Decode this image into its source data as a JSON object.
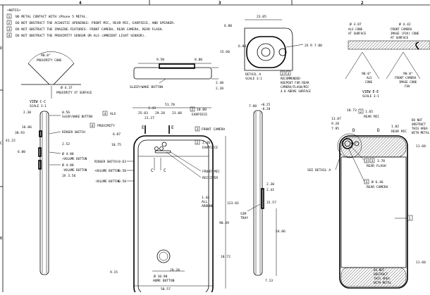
{
  "zones": [
    "4",
    "3",
    "2"
  ],
  "side_zones": [
    "D",
    "C",
    "B"
  ],
  "notes": {
    "title": "•NOTES•",
    "items": [
      {
        "num": "1",
        "text": "NO METAL CONTACT WITH iPhone 5 METAL."
      },
      {
        "num": "2",
        "text": "DO NOT OBSTRUCT THE ACOUSTIC OPENINGS: FRONT MIC, REAR MIC, EARPIECE, AND SPEAKER."
      },
      {
        "num": "3",
        "text": "DO NOT OBSTRUCT THE IMAGING FEATURES: FRONT CAMERA, REAR CAMERA, REAR FLASH."
      },
      {
        "num": "4",
        "text": "DO NOT OBSTRUCT THE PROXIMITY SENSOR OR ALS (AMBIENT LIGHT SENSOR)."
      }
    ]
  },
  "view_cc": {
    "angle": "90.0°",
    "cone": "PROXIMITY CONE",
    "dia": "Ø 4.37",
    "surface": "PROXIMITY AT SURFACE",
    "title": "VIEW C-C",
    "scale": "SCALE 3:1"
  },
  "sleep": {
    "d1": "9.50",
    "d2": "8.80",
    "d3": "2.48",
    "d4": "2.20",
    "label": "SLEEP/WAKE BUTTON"
  },
  "detail_a": {
    "w": "23.05",
    "d1": "6.80",
    "d2": "6.80",
    "d3": "15.60",
    "radius": "2X R 7.80",
    "title": "DETAIL A",
    "scale": "SCALE 3:1",
    "keepout": [
      "RECOMMENDED",
      "KEEPOUT FOR REAR",
      "CAMERA/FLASH/MIC",
      "4.0 ABOVE SURFACE"
    ],
    "boxes": [
      "2",
      "3"
    ]
  },
  "view_ee": {
    "dia1": "Ø 3.87",
    "als_cone": "ALS CONE",
    "als_surface": "AT SURFACE",
    "dia2": "Ø 4.42",
    "front_cam": [
      "FRONT CAMERA",
      "IMAGE (FOV) CONE",
      "AT SURFACE"
    ],
    "angle1": "90.0°",
    "als": "ALS",
    "cone": "CONE",
    "angle2": "90.0°",
    "cam_cone": [
      "FRONT CAMERA",
      "IMAGE CONE",
      "FOV"
    ],
    "title": "VIEW E-E",
    "scale": "SCALE 3:1"
  },
  "side_view": {
    "d_top": "2.30",
    "d_top2": "0.56",
    "sleep": "SLEEP/WAKE BUTTON",
    "d1": "16.86",
    "d2": "30.93",
    "d3": "41.22",
    "d4": "6.00",
    "ringer": "RINGER SWITCH",
    "d5": "2.52",
    "vol_up_dia": "Ø 4.80",
    "vol_up": "+VOLUME BUTTON",
    "vol_dn_dia": "Ø 4.80",
    "vol_dn": "-VOLUME BUTTON",
    "d6": "2X 3.56"
  },
  "front_view": {
    "w1": "51.70",
    "w2": "3.43",
    "w3": "25.03",
    "w4": "29.28",
    "w5": "23.88",
    "w6": "21.27",
    "d_prox": "6.07",
    "d_als": "10.75",
    "als": "ALS",
    "prox": "PROXIMITY",
    "earpiece_d": "10.80",
    "earpiece": "EARPIECE",
    "front_cam": "FRONT CAMERA",
    "earpiece2_d": "2.30",
    "earpiece2": "EARPIECE",
    "front_mic": "FRONT MIC",
    "receiver": "RECEIVER",
    "ringer_d": "0.63",
    "ringer": "RINGER SWITCH",
    "vol_up_d": "0.58",
    "vol_up": "+VOLUME BUTTON",
    "vol_dn_d": "0.58",
    "vol_dn": "-VOLUME BUTTON",
    "all_around": [
      "1.44",
      "ALL",
      "AROUND"
    ],
    "h_total": "123.83",
    "h_mid": "90.39",
    "h_bot": "18.72",
    "b1": "9.15",
    "home_w": "29.28",
    "home_dia": "Ø 10.90",
    "home": "HOME BUTTON",
    "total_w": "58.57",
    "sec_e": "E",
    "sec_c": "C",
    "num4": "4",
    "num3": "3",
    "num2": "2"
  },
  "sim": {
    "d1": "7.60",
    "tol": [
      "+0.25",
      "-0.20"
    ],
    "d2": "2.30",
    "d3": "2.41",
    "d4": "15.57",
    "d5": "54.86",
    "d6": "7.13",
    "label": [
      "SIM",
      "TRAY"
    ]
  },
  "back_view": {
    "d1": "18.73",
    "d2": "13.87",
    "d3": "9.28",
    "d4": "7.95",
    "rear_mic_d": "1.65",
    "rear_mic": "REAR MIC",
    "rear_mic2_d": "1.02",
    "rear_mic2": "REAR MIC",
    "flash_d": "3.70",
    "flash": "REAR FLASH",
    "cam_d": "Ø 6.46",
    "cam": "REAR CAMERA",
    "see_detail": "SEE DETAIL A",
    "top_note": [
      "DO NOT",
      "OBSTRUCT",
      "THIS AREA",
      "WITH METAL"
    ],
    "bot_note": [
      "DO NOT",
      "OBSTRUCT",
      "THIS AREA",
      "WITH METAL"
    ],
    "d_top": "11.60",
    "d_bot": "11.60",
    "box1": "1",
    "nums": [
      "2",
      "3",
      "3",
      "3"
    ],
    "sec_d": "D"
  }
}
